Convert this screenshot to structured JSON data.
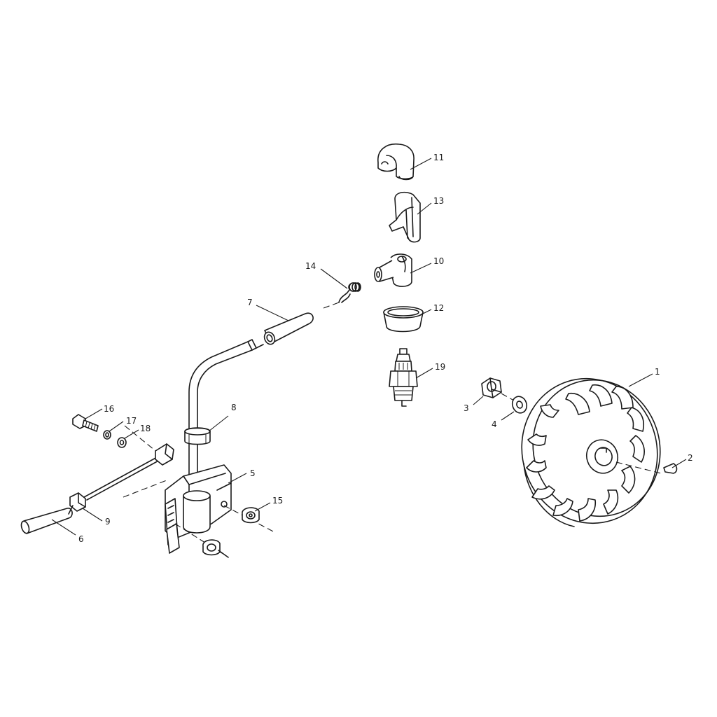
{
  "diagram": {
    "callouts": [
      {
        "id": "1",
        "text": "1"
      },
      {
        "id": "2",
        "text": "2"
      },
      {
        "id": "3",
        "text": "3"
      },
      {
        "id": "4",
        "text": "4"
      },
      {
        "id": "5",
        "text": "5"
      },
      {
        "id": "6",
        "text": "6"
      },
      {
        "id": "7",
        "text": "7"
      },
      {
        "id": "8",
        "text": "8"
      },
      {
        "id": "9",
        "text": "9"
      },
      {
        "id": "10",
        "text": "10"
      },
      {
        "id": "11",
        "text": "11"
      },
      {
        "id": "12",
        "text": "12"
      },
      {
        "id": "13",
        "text": "13"
      },
      {
        "id": "14",
        "text": "14"
      },
      {
        "id": "15",
        "text": "15"
      },
      {
        "id": "16",
        "text": "16"
      },
      {
        "id": "17",
        "text": "17"
      },
      {
        "id": "18",
        "text": "18"
      },
      {
        "id": "19",
        "text": "19"
      }
    ]
  },
  "colors": {
    "line": "#1a1a1a",
    "background": "#ffffff"
  }
}
